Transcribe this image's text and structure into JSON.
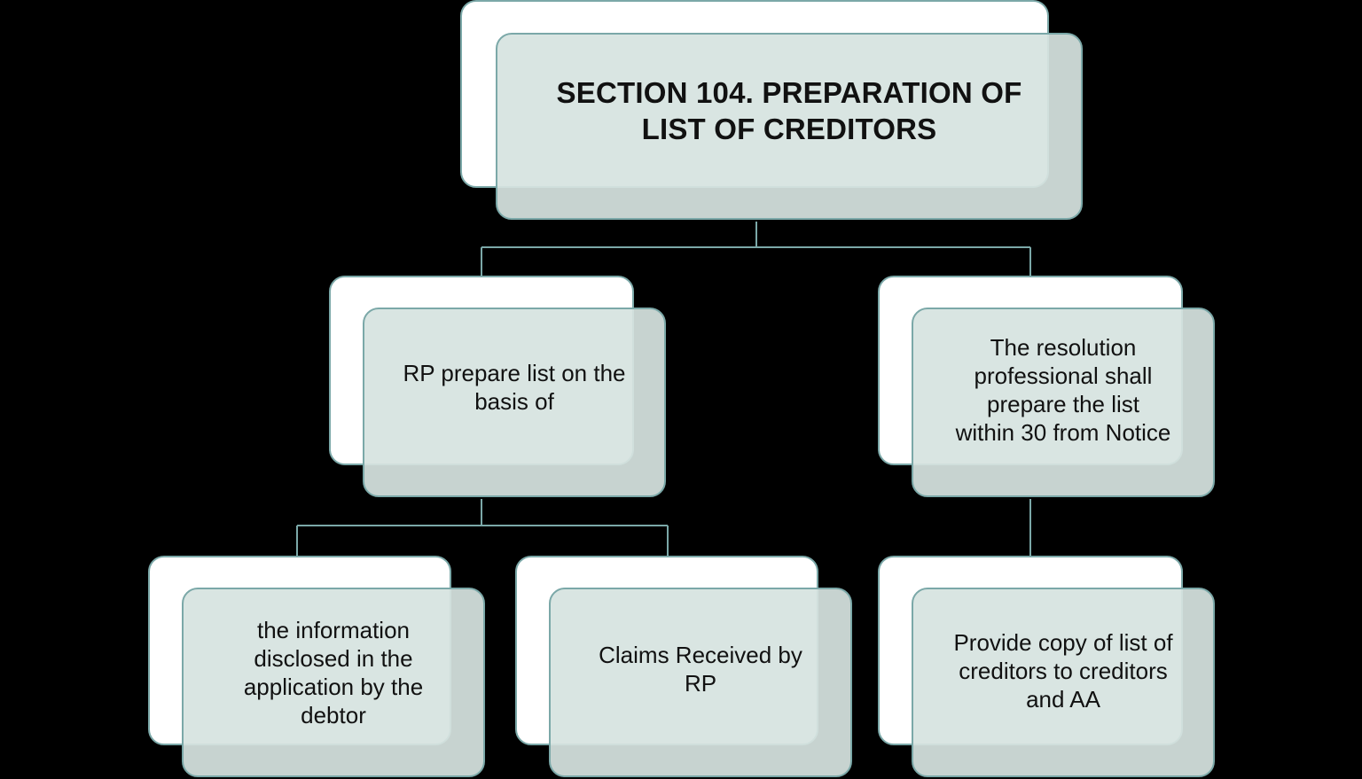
{
  "canvas": {
    "background_color": "#000000",
    "card_back_color": "#ffffff",
    "card_front_color": "#d6e3e0",
    "border_color": "#7ba8a8",
    "connector_color": "#7ba8a8",
    "text_color": "#111111"
  },
  "diagram": {
    "type": "hierarchy",
    "title": "SECTION 104. PREPARATION OF LIST OF CREDITORS",
    "nodes": {
      "root": {
        "label": "SECTION 104. PREPARATION OF\nLIST OF CREDITORS",
        "level": 1
      },
      "l2a": {
        "label": "RP prepare list on the\nbasis of",
        "level": 2
      },
      "l2b": {
        "label": "The resolution\nprofessional shall\nprepare the list\nwithin 30 from Notice",
        "level": 2
      },
      "l3a": {
        "label": "the information\ndisclosed in the\napplication by the\ndebtor",
        "level": 3
      },
      "l3b": {
        "label": "Claims Received by\nRP",
        "level": 3
      },
      "l3c": {
        "label": "Provide copy of list of\ncreditors to creditors\nand AA",
        "level": 3
      }
    },
    "edges": [
      {
        "from": "root",
        "to": "l2a"
      },
      {
        "from": "root",
        "to": "l2b"
      },
      {
        "from": "l2a",
        "to": "l3a"
      },
      {
        "from": "l2a",
        "to": "l3b"
      },
      {
        "from": "l2b",
        "to": "l3c"
      }
    ]
  }
}
